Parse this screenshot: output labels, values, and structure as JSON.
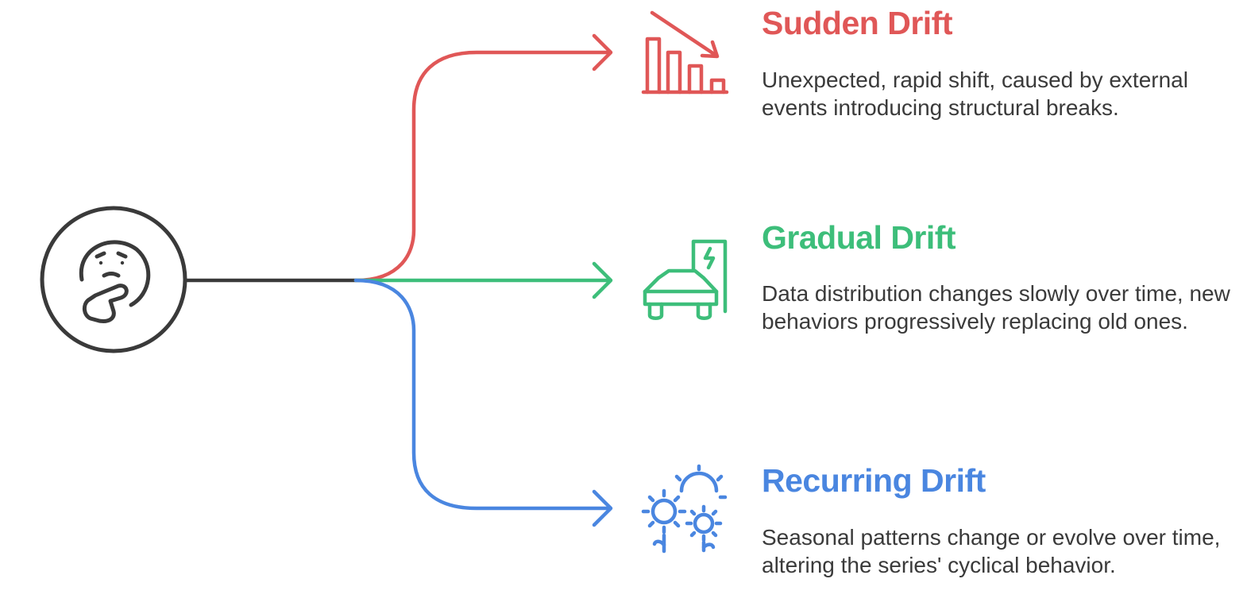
{
  "diagram": {
    "center_icon": "thinking-face-icon",
    "branches": [
      {
        "id": "sudden",
        "title": "Sudden Drift",
        "description": "Unexpected, rapid shift, caused by external events introducing structural breaks.",
        "color": "#e05757",
        "icon": "declining-bar-chart-icon"
      },
      {
        "id": "gradual",
        "title": "Gradual Drift",
        "description": "Data distribution changes slowly over time, new behaviors progressively replacing old ones.",
        "color": "#3dbe7a",
        "icon": "electric-car-charging-icon"
      },
      {
        "id": "recurring",
        "title": "Recurring Drift",
        "description": "Seasonal patterns change or evolve over time, altering the series' cyclical behavior.",
        "color": "#4a86e0",
        "icon": "seasonal-sun-flowers-icon"
      }
    ],
    "colors": {
      "root_line": "#3a3a3a",
      "text": "#3a3a3a"
    }
  }
}
